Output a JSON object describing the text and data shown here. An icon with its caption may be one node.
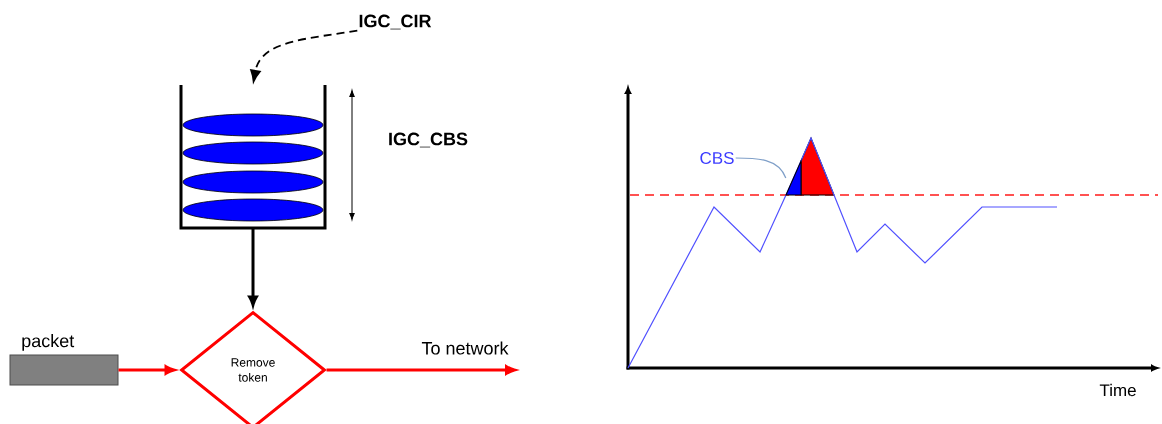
{
  "diagram": {
    "nodes": [
      {
        "text": [
          "IGC_CIR"
        ]
      },
      {
        "text": [],
        "shape": "bucket"
      },
      {
        "text": [
          "packet"
        ]
      },
      {
        "text": [
          "Remove token"
        ]
      },
      {
        "text": [
          "CBS"
        ]
      },
      {
        "text": [],
        "shape": "triangle"
      }
    ],
    "edges": [
      {
        "from": 0,
        "to": 1,
        "arrow": "to",
        "style": "dashed"
      },
      {
        "from": 1,
        "to": 3,
        "arrow": "to"
      },
      {
        "from": 2,
        "to": 3,
        "arrow": "to",
        "color": "#ff0000"
      },
      {
        "from": 3,
        "to": null,
        "arrow": "to",
        "color": "#ff0000",
        "label": "To network"
      },
      {
        "from": 4,
        "to": 5,
        "arrow": "none",
        "color": "#7f9fc8"
      }
    ],
    "labels": [
      "IGC_CBS",
      "Time"
    ]
  }
}
